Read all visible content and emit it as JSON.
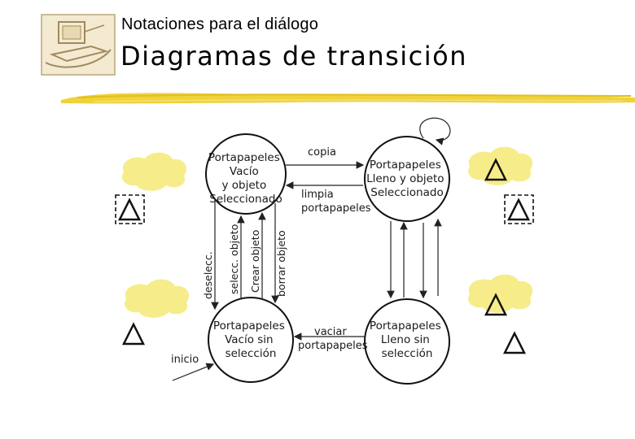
{
  "header": {
    "subtitle": "Notaciones para el diálogo",
    "title": "Diagramas de transición"
  },
  "colors": {
    "brush": "#f0d23a",
    "cloud": "#f6ed8a",
    "logo_bg": "#f4ead2"
  },
  "states": {
    "vacio_seleccionado": [
      "Portapapeles",
      "Vacío",
      "y objeto",
      "Seleccionado"
    ],
    "lleno_seleccionado": [
      "Portapapeles",
      "Lleno y objeto",
      "Seleccionado"
    ],
    "vacio_sin_seleccion": [
      "Portapapeles",
      "Vacío sin",
      "selección"
    ],
    "lleno_sin_seleccion": [
      "Portapapeles",
      "Lleno sin",
      "selección"
    ]
  },
  "transitions": {
    "copia": "copia",
    "limpia": "limpia",
    "portapapeles_1": "portapapeles",
    "vaciar": "vaciar",
    "portapapeles_2": "portapapeles",
    "deselecc": "deselecc.",
    "selecc_objeto": "selecc. objeto",
    "crear_objeto": "Crear objeto",
    "borrar_objeto": "borrar objeto",
    "inicio": "inicio"
  }
}
